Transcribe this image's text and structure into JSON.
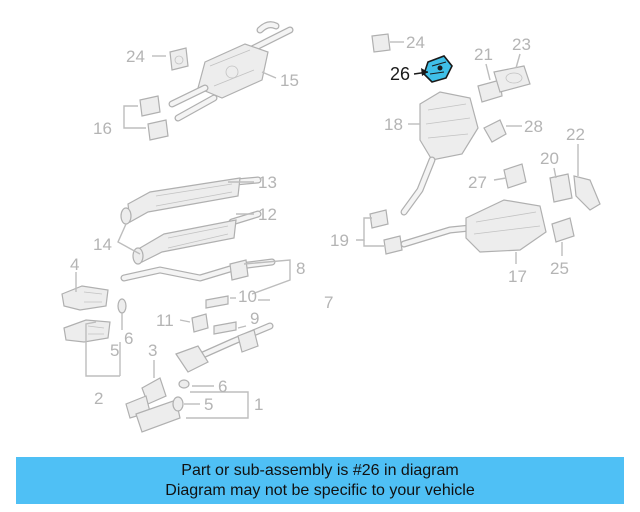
{
  "callouts": {
    "left": [
      "24",
      "15",
      "16",
      "13",
      "12",
      "14",
      "4",
      "8",
      "10",
      "11",
      "9",
      "7",
      "6",
      "5",
      "3",
      "6",
      "5",
      "2",
      "1"
    ],
    "right": [
      "24",
      "21",
      "23",
      "18",
      "28",
      "22",
      "20",
      "27",
      "19",
      "17",
      "25"
    ],
    "highlighted": "26"
  },
  "colors": {
    "highlight_part": "#3fc0e8",
    "banner": "#4fc0f5",
    "callout_text": "#b4b4b4",
    "part_outline": "#b0b0b0"
  },
  "banner": {
    "line1": "Part or sub-assembly is #26 in diagram",
    "line2": "Diagram may not be specific to your vehicle"
  }
}
